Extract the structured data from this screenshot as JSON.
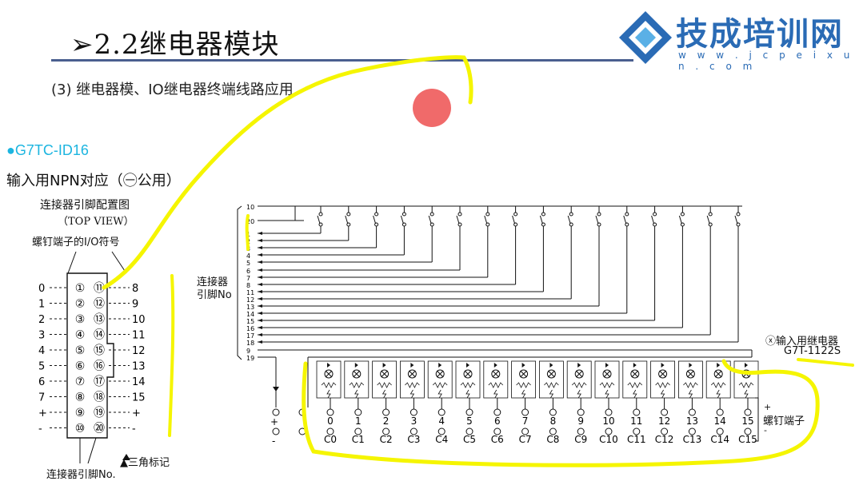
{
  "slide": {
    "title": "➢2.2继电器模块",
    "subtitle": "(3)  继电器模、IO继电器终端线路应用"
  },
  "logo": {
    "text": "技成培训网",
    "url": "w w w . j c p e i x u n . c o m",
    "icon": "diamond-logo-icon",
    "color": "#2a6bb5"
  },
  "left_panel": {
    "model": "●G7TC-ID16",
    "input_type": "输入用NPN对应（㊀公用）",
    "pin_title": "连接器引脚配置图",
    "pin_subtitle": "（TOP VIEW）",
    "screw_label": "螺钉端子的I/O符号",
    "connector_pin_label": "连接器引脚No.",
    "triangle_label": "▲三角标记",
    "left_terminals": [
      "0",
      "1",
      "2",
      "3",
      "4",
      "5",
      "6",
      "7",
      "+",
      "-"
    ],
    "right_terminals": [
      "8",
      "9",
      "10",
      "11",
      "12",
      "13",
      "14",
      "15",
      "+",
      "-"
    ],
    "left_pins": [
      "①",
      "②",
      "③",
      "④",
      "⑤",
      "⑥",
      "⑦",
      "⑧",
      "⑨",
      "⑩"
    ],
    "right_pins": [
      "⑪",
      "⑫",
      "⑬",
      "⑭",
      "⑮",
      "⑯",
      "⑰",
      "⑱",
      "⑲",
      "⑳"
    ]
  },
  "circuit": {
    "connector_label_line1": "连接器",
    "connector_label_line2": "引脚No",
    "connector_pins": [
      "10",
      "20",
      "1",
      "2",
      "3",
      "4",
      "5",
      "6",
      "7",
      "8",
      "11",
      "12",
      "13",
      "14",
      "15",
      "16",
      "17",
      "18",
      "9",
      "19"
    ],
    "relay_label_line1": "ⓧ输入用继电器",
    "relay_label_line2": "G7T-1122S",
    "screw_terminal_label": "螺钉端子",
    "plus_sign": "+",
    "minus_sign": "-",
    "io_numbers": [
      "0",
      "1",
      "2",
      "3",
      "4",
      "5",
      "6",
      "7",
      "8",
      "9",
      "10",
      "11",
      "12",
      "13",
      "14",
      "15"
    ],
    "common_labels": [
      "C0",
      "C1",
      "C2",
      "C3",
      "C4",
      "C5",
      "C6",
      "C7",
      "C8",
      "C9",
      "C10",
      "C11",
      "C12",
      "C13",
      "C14",
      "C15"
    ]
  },
  "colors": {
    "title_underline": "#4a5f8f",
    "model_color": "#1cb5e0",
    "highlight": "#f5f500",
    "pointer_dot": "#f06a6a"
  }
}
